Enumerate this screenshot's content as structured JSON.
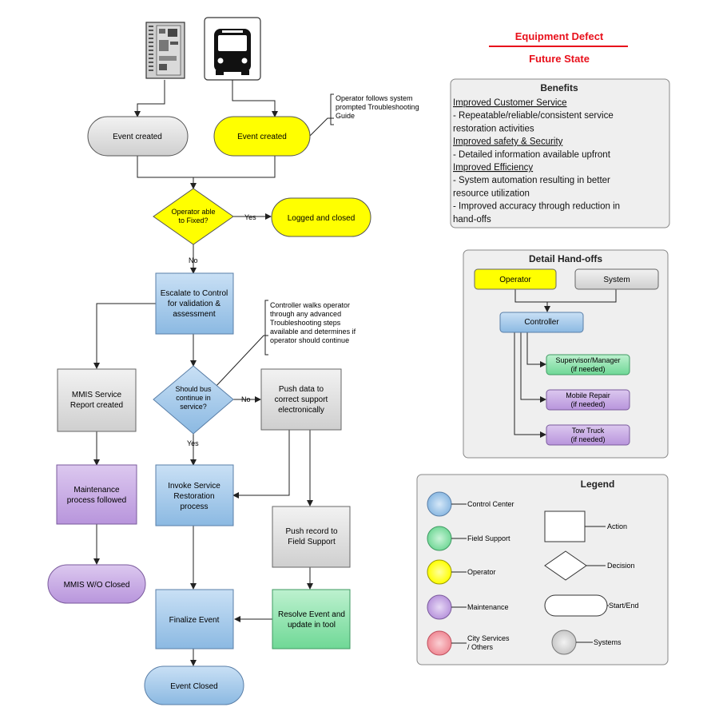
{
  "title": {
    "line1": "Equipment Defect",
    "line2": "Future State"
  },
  "flow": {
    "event_created_system": "Event created",
    "event_created_operator": "Event created",
    "operator_note": [
      "Operator follows system",
      "prompted Troubleshooting",
      "Guide"
    ],
    "decision_operator": [
      "Operator able",
      "to Fixed?"
    ],
    "yes_label_1": "Yes",
    "logged_closed": "Logged and closed",
    "no_label_1": "No",
    "escalate": [
      "Escalate to Control",
      "for validation &",
      "assessment"
    ],
    "controller_note": [
      "Controller walks operator",
      "through any advanced",
      "Troubleshooting steps",
      "available and determines if",
      "operator should continue"
    ],
    "mmis_report": [
      "MMIS Service",
      "Report created"
    ],
    "decision_bus": [
      "Should bus",
      "continue in",
      "service?"
    ],
    "no_label_2": "No",
    "push_data": [
      "Push data to",
      "correct support",
      "electronically"
    ],
    "yes_label_2": "Yes",
    "maintenance": [
      "Maintenance",
      "process followed"
    ],
    "invoke": [
      "Invoke Service",
      "Restoration",
      "process"
    ],
    "push_record": [
      "Push record to",
      "Field Support"
    ],
    "mmis_wo": "MMIS W/O Closed",
    "finalize": "Finalize Event",
    "resolve": [
      "Resolve Event and",
      "update in tool"
    ],
    "event_closed": "Event Closed"
  },
  "benefits": {
    "heading": "Benefits",
    "lines": [
      {
        "text": "Improved Customer Service",
        "underline": true
      },
      {
        "text": "- Repeatable/reliable/consistent service",
        "underline": false
      },
      {
        "text": "restoration activities",
        "underline": false
      },
      {
        "text": "Improved safety & Security",
        "underline": true
      },
      {
        "text": "- Detailed information available upfront",
        "underline": false
      },
      {
        "text": "Improved Efficiency",
        "underline": true
      },
      {
        "text": "- System automation resulting in better",
        "underline": false
      },
      {
        "text": "resource utilization",
        "underline": false
      },
      {
        "text": "- Improved accuracy through reduction in",
        "underline": false
      },
      {
        "text": "hand-offs",
        "underline": false
      }
    ]
  },
  "handoffs": {
    "heading": "Detail Hand-offs",
    "operator": "Operator",
    "system": "System",
    "controller": "Controller",
    "supervisor": [
      "Supervisor/Manager",
      "(if needed)"
    ],
    "mobile_repair": [
      "Mobile Repair",
      "(if needed)"
    ],
    "tow_truck": [
      "Tow Truck",
      "(if needed)"
    ]
  },
  "legend": {
    "heading": "Legend",
    "control_center": "Control Center",
    "field_support": "Field Support",
    "operator": "Operator",
    "maintenance": "Maintenance",
    "city_services": [
      "City Services",
      "/ Others"
    ],
    "action": "Action",
    "decision": "Decision",
    "start_end": "Start/End",
    "systems": "Systems"
  },
  "colors": {
    "blue": "#9cc3e6",
    "yellow": "#ffff00",
    "gray": "#d9d9d9",
    "purple": "#c5a7e0",
    "green": "#8fe3ad",
    "red": "#f4a0a8",
    "title_red": "#e8101b"
  }
}
